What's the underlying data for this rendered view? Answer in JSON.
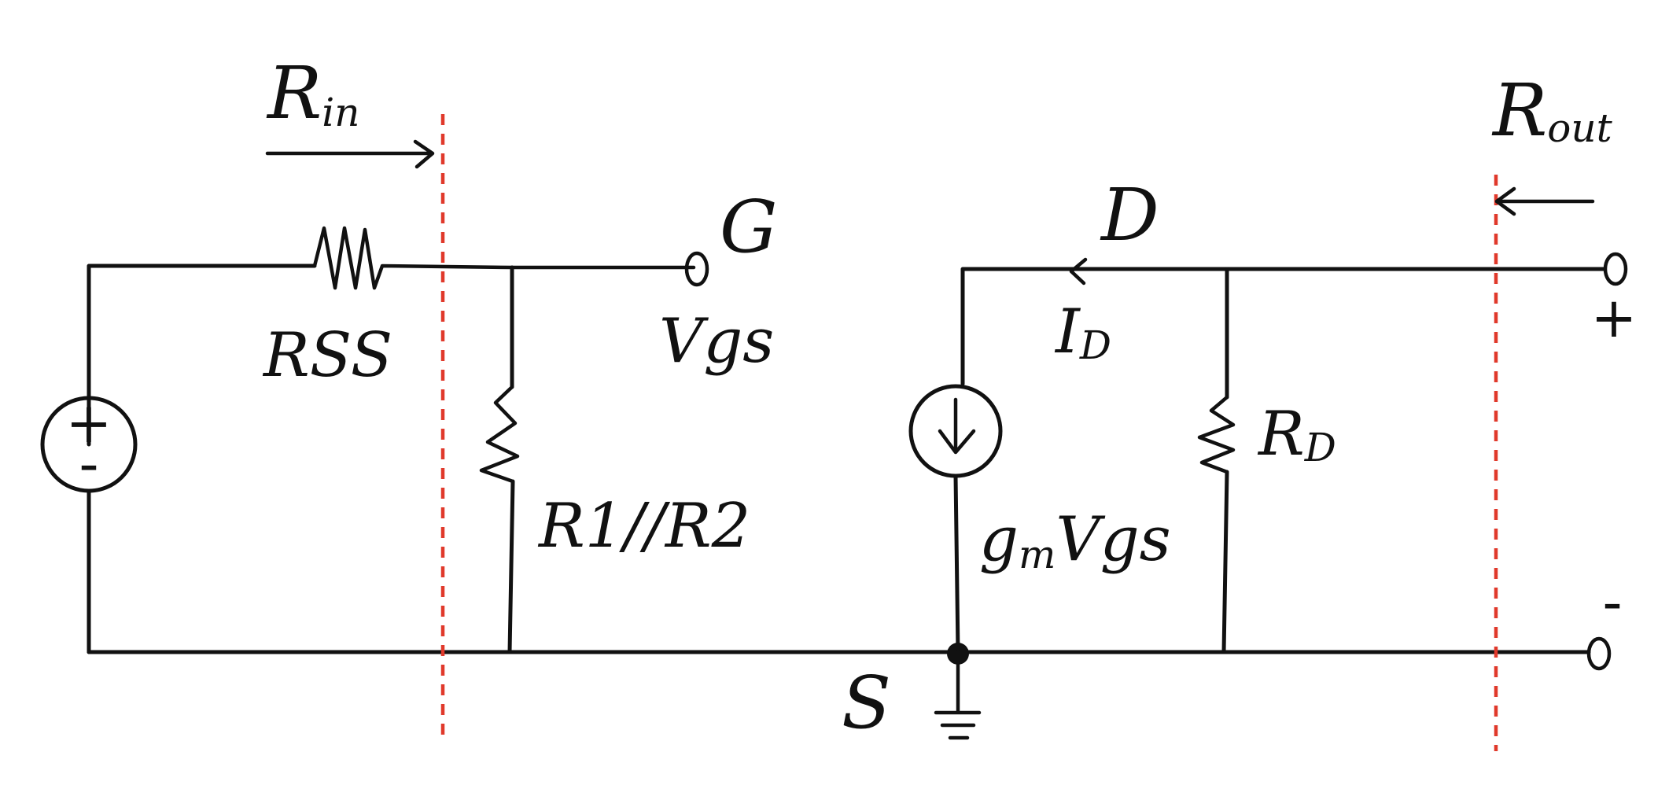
{
  "colors": {
    "ink": "#111111",
    "boundary": "#e0392b",
    "background": "#ffffff"
  },
  "labels": {
    "r_in": {
      "main": "R",
      "sub": "in"
    },
    "r_out": {
      "main": "R",
      "sub": "out"
    },
    "r_ss": "RSS",
    "gate": "G",
    "v_gs": "Vgs",
    "r1_r2": "R1//R2",
    "drain": "D",
    "i_d": {
      "main": "I",
      "sub": "D"
    },
    "r_d": {
      "main": "R",
      "sub": "D"
    },
    "gm_vgs": {
      "main": "g",
      "sub": "m",
      "rest": "Vgs"
    },
    "source": "S",
    "out_plus": "+",
    "out_minus": "-",
    "src_plus": "+",
    "src_minus": "-"
  }
}
